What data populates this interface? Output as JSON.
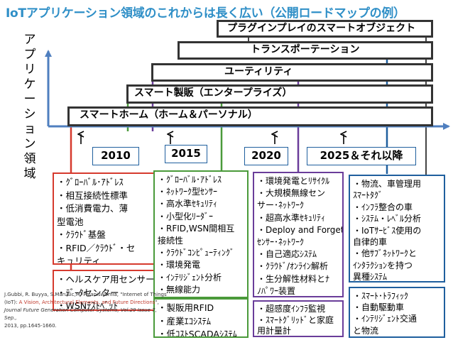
{
  "title": "IoTアプリケーション領域のこれからは長く広い（公開ロードマップの例）",
  "axis_label": [
    "ア",
    "プ",
    "リ",
    "ケ",
    "ー",
    "シ",
    "ョ",
    "ン",
    "領",
    "域"
  ],
  "app_areas": [
    "プラグインプレイのスマートオブジェクト",
    "トランスポーテーション",
    "ユーティリティ",
    "スマート製販（エンタープライズ）",
    "スマートホーム（ホーム＆パーソナル）"
  ],
  "years": [
    "2010",
    "2015",
    "2020",
    "2025＆それ以降"
  ],
  "boxes": {
    "red_top": [
      "・ｸﾞﾛｰﾊﾞﾙ･ｱﾄﾞﾚｽ",
      "・相互接続性標準",
      "・低消費電力、薄",
      "型電池",
      "・ｸﾗｳﾄﾞ基盤",
      "・RFID／ｸﾗｳﾄﾞ・セ",
      "キュリティ"
    ],
    "red_bottom": [
      "・ヘルスケア用センサー",
      "・ﾃﾞｰﾀセンター",
      "・WSNﾃｽﾄﾍﾞｯﾄ"
    ],
    "green_top": [
      "・ｸﾞﾛｰﾊﾞﾙ･ｱﾄﾞﾚｽ",
      "・ﾈｯﾄﾜｰｸ型ｾﾝｻｰ",
      "・高水準ｾｷｭﾘﾃｨ",
      "・小型化ﾘｰﾀﾞｰ",
      "・RFID,WSN間相互",
      "接続性",
      "・ｸﾗｳﾄﾞｺﾝﾋﾟｭｰﾃｨﾝｸﾞ",
      "・環境発電",
      "・ｲﾝﾃﾘｼﾞｪﾝﾄ分析",
      "・無線能力"
    ],
    "green_bottom": [
      "・製販用RFID",
      "・産業ｴｺｼｽﾃﾑ",
      "・低ｺｽﾄSCADAｼｽﾃﾑ"
    ],
    "purple_top": [
      "・環境発電とﾘｻｲｸﾙ",
      "・大規模無線セン",
      "サー･ﾈｯﾄﾜｰｸ",
      "・超高水準ｾｷｭﾘﾃｨ",
      "・Deploy and Forget",
      "ｾﾝｻｰ･ﾈｯﾄﾜｰｸ",
      "・自己適応ｼｽﾃﾑ",
      "・ｸﾗｳﾄﾞ/ｵﾝﾗｲﾝ解析",
      "・生分解性材料とﾅ",
      "ﾉﾊﾟﾜｰ装置"
    ],
    "purple_bottom": [
      "・超感度ｲﾝﾌﾗ監視",
      "・ｽﾏｰﾄｸﾞﾘｯﾄﾞと家庭",
      "用計量計"
    ],
    "blue_top": [
      "・物流、車管理用",
      "ｽﾏｰﾄﾀｸﾞ",
      "・ｲﾝﾌﾗ整合の車",
      "・ｼｽﾃﾑ・ﾚﾍﾞﾙ分析",
      "・IoTｻｰﾋﾞｽ使用の",
      "自律的車",
      "・他ｻﾌﾞﾈｯﾄﾜｰｸと",
      "ｲﾝﾀﾗｸｼｮﾝを持つ",
      "異種ｼｽﾃﾑ"
    ],
    "blue_bottom": [
      "・ｽﾏｰﾄ･ﾄﾗﾌｨｯｸ",
      "・自動駆動車",
      "・ｲﾝﾃﾘｼﾞｪﾝﾄ交通",
      "と物流"
    ]
  },
  "citation": {
    "line1": "J.Gubbi, R. Buyya, S.Marusic,M. Palaniswamia, \"Internet of Things",
    "line2_pre": "(IoT): ",
    "line2_red": "A Vision, Architectural Elements, and Future Directions",
    "line2_post": "\",",
    "line3": "Journal Future Generation Computer Systems, Vol.29 Issue 7, Sep.,",
    "line4": "2013, pp.1645-1660."
  },
  "colors": {
    "title": "#2f8fc7",
    "red": "#d63a2e",
    "green": "#4a9a3a",
    "purple": "#6a3d9a",
    "blue": "#1f5f9e",
    "axis": "#4f7fbf"
  }
}
